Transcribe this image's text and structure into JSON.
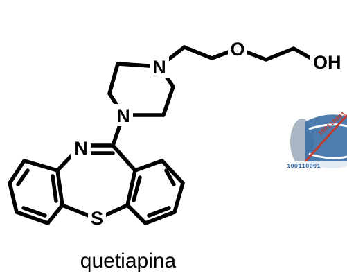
{
  "molecule": {
    "caption": "quetiapina",
    "atoms": {
      "n_top": "N",
      "n_mid": "N",
      "n_imine": "N",
      "o_ether": "O",
      "oh": "OH",
      "s": "S"
    }
  },
  "watermark": {
    "logo_icon": "dna-binary-logo-icon",
    "binary_text": "100110001",
    "colors": {
      "blue": "#3a6ea5",
      "red": "#c0392b",
      "grey": "#9aa8b8"
    }
  }
}
